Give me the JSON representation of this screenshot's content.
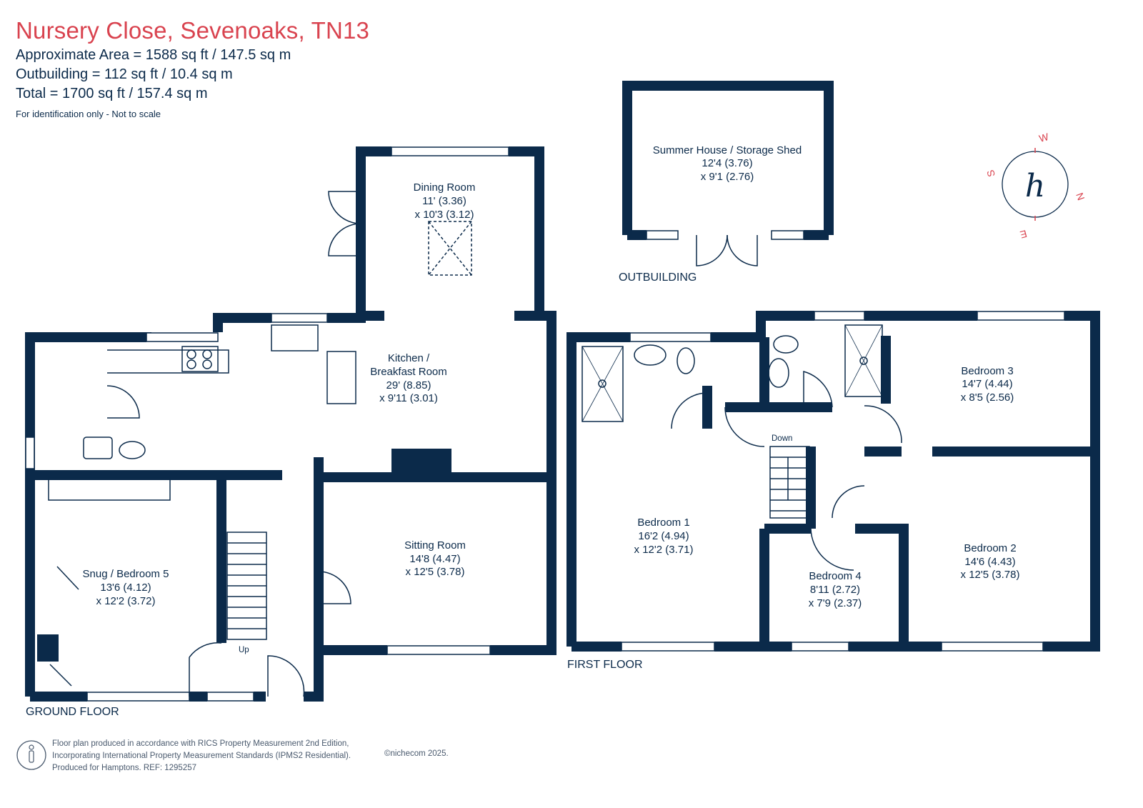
{
  "header": {
    "title": "Nursery Close, Sevenoaks, TN13",
    "approx_area": "Approximate Area = 1588 sq ft / 147.5 sq m",
    "outbuilding_area": "Outbuilding = 112 sq ft / 10.4 sq m",
    "total_area": "Total = 1700 sq ft / 157.4 sq m",
    "disclaimer": "For identification only - Not to scale"
  },
  "floors": {
    "ground": "GROUND FLOOR",
    "first": "FIRST FLOOR",
    "outbuilding": "OUTBUILDING"
  },
  "rooms": {
    "summer_house": {
      "name": "Summer House / Storage Shed",
      "dim1": "12'4 (3.76)",
      "dim2": "x 9'1 (2.76)"
    },
    "dining": {
      "name": "Dining Room",
      "dim1": "11' (3.36)",
      "dim2": "x 10'3 (3.12)"
    },
    "kitchen": {
      "name1": "Kitchen /",
      "name2": "Breakfast Room",
      "dim1": "29' (8.85)",
      "dim2": "x 9'11 (3.01)"
    },
    "sitting": {
      "name": "Sitting Room",
      "dim1": "14'8 (4.47)",
      "dim2": "x 12'5 (3.78)"
    },
    "snug": {
      "name": "Snug / Bedroom 5",
      "dim1": "13'6 (4.12)",
      "dim2": "x 12'2 (3.72)"
    },
    "bed1": {
      "name": "Bedroom 1",
      "dim1": "16'2 (4.94)",
      "dim2": "x 12'2 (3.71)"
    },
    "bed2": {
      "name": "Bedroom 2",
      "dim1": "14'6 (4.43)",
      "dim2": "x 12'5 (3.78)"
    },
    "bed3": {
      "name": "Bedroom 3",
      "dim1": "14'7 (4.44)",
      "dim2": "x 8'5 (2.56)"
    },
    "bed4": {
      "name": "Bedroom 4",
      "dim1": "8'11 (2.72)",
      "dim2": "x 7'9 (2.37)"
    }
  },
  "stairs": {
    "up": "Up",
    "down": "Down"
  },
  "compass": {
    "w": "W",
    "n": "N",
    "e": "E",
    "s": "S",
    "logo": "h"
  },
  "footer": {
    "line1": "Floor plan produced in accordance with RICS Property Measurement 2nd Edition,",
    "line2": "Incorporating International Property Measurement Standards (IPMS2 Residential).",
    "line3": "Produced for Hamptons.  REF: 1295257",
    "copyright": "©nichecom 2025."
  },
  "colors": {
    "wall": "#0b2a4a",
    "title": "#d9434f",
    "compass": "#d9434f"
  }
}
